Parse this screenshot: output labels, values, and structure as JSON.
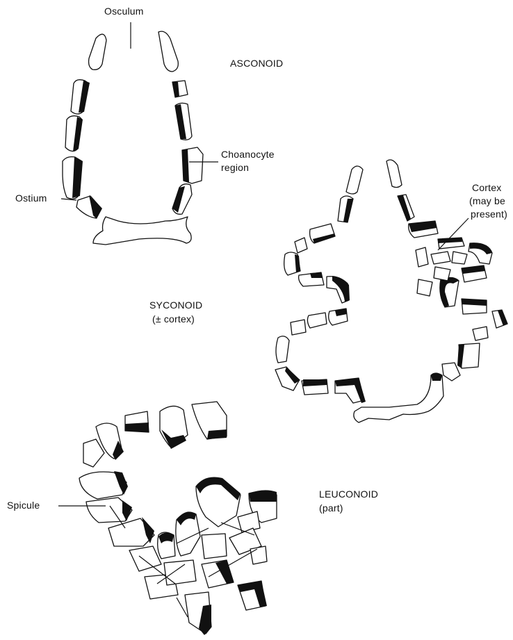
{
  "labels": {
    "osculum": "Osculum",
    "asconoid": "ASCONOID",
    "choanocyte_line1": "Choanocyte",
    "choanocyte_line2": "region",
    "ostium": "Ostium",
    "cortex_line1": "Cortex",
    "cortex_line2": "(may be",
    "cortex_line3": "present)",
    "syconoid_line1": "SYCONOID",
    "syconoid_line2": "(± cortex)",
    "leuconoid_line1": "LEUCONOID",
    "leuconoid_line2": "(part)",
    "spicule": "Spicule"
  }
}
